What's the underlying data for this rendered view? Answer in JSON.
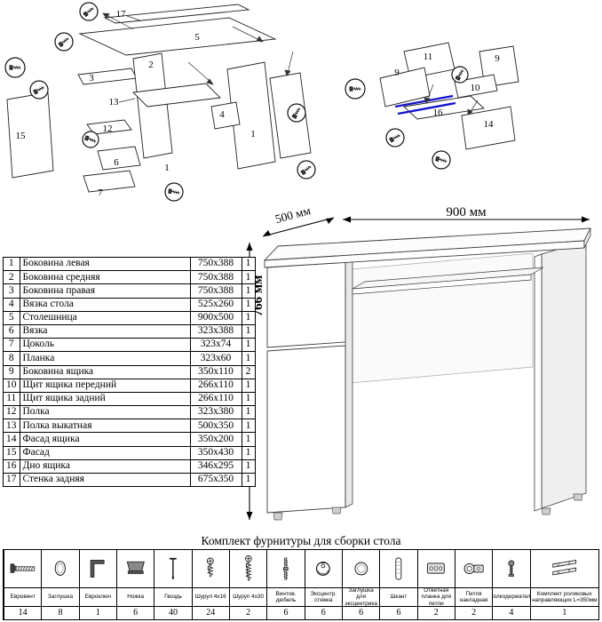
{
  "parts_table": {
    "rows": [
      {
        "num": "1",
        "name": "Боковина левая",
        "size": "750x388",
        "qty": "1"
      },
      {
        "num": "2",
        "name": "Боковина средняя",
        "size": "750x388",
        "qty": "1"
      },
      {
        "num": "3",
        "name": "Боковина правая",
        "size": "750x388",
        "qty": "1"
      },
      {
        "num": "4",
        "name": "Вязка стола",
        "size": "525x260",
        "qty": "1"
      },
      {
        "num": "5",
        "name": "Столешница",
        "size": "900x500",
        "qty": "1"
      },
      {
        "num": "6",
        "name": "Вязка",
        "size": "323x388",
        "qty": "1"
      },
      {
        "num": "7",
        "name": "Цоколь",
        "size": "323x74",
        "qty": "1"
      },
      {
        "num": "8",
        "name": "Планка",
        "size": "323x60",
        "qty": "1"
      },
      {
        "num": "9",
        "name": "Боковина ящика",
        "size": "350x110",
        "qty": "2"
      },
      {
        "num": "10",
        "name": "Щит ящика передний",
        "size": "266x110",
        "qty": "1"
      },
      {
        "num": "11",
        "name": "Щит ящика задний",
        "size": "266x110",
        "qty": "1"
      },
      {
        "num": "12",
        "name": "Полка",
        "size": "323x380",
        "qty": "1"
      },
      {
        "num": "13",
        "name": "Полка выкатная",
        "size": "500x350",
        "qty": "1"
      },
      {
        "num": "14",
        "name": "Фасад ящика",
        "size": "350x200",
        "qty": "1"
      },
      {
        "num": "15",
        "name": "Фасад",
        "size": "350x430",
        "qty": "1"
      },
      {
        "num": "16",
        "name": "Дно ящика",
        "size": "346x295",
        "qty": "1"
      },
      {
        "num": "17",
        "name": "Стенка задняя",
        "size": "675x350",
        "qty": "1"
      }
    ]
  },
  "dimensions": {
    "width": "900 мм",
    "depth": "500 мм",
    "height": "766 мм"
  },
  "hardware": {
    "title": "Комплект фурнитуры для сборки стола",
    "items": [
      {
        "name": "Евровинт",
        "qty": "14",
        "icon": "euro-screw-icon"
      },
      {
        "name": "Заглушка",
        "qty": "8",
        "icon": "cap-icon"
      },
      {
        "name": "Евроключ",
        "qty": "1",
        "icon": "hex-key-icon"
      },
      {
        "name": "Ножка",
        "qty": "6",
        "icon": "leg-icon"
      },
      {
        "name": "Гвоздь",
        "qty": "40",
        "icon": "nail-icon"
      },
      {
        "name": "Шуруп 4х16",
        "qty": "24",
        "icon": "screw-icon"
      },
      {
        "name": "Шуруп 4х30",
        "qty": "2",
        "icon": "screw-long-icon"
      },
      {
        "name": "Винтов. дюбель",
        "qty": "6",
        "icon": "dowel-screw-icon"
      },
      {
        "name": "Эксцентр. стяжка",
        "qty": "6",
        "icon": "cam-lock-icon"
      },
      {
        "name": "Заглушка для эксцентрика",
        "qty": "6",
        "icon": "cam-cap-icon"
      },
      {
        "name": "Шкант",
        "qty": "6",
        "icon": "wood-dowel-icon"
      },
      {
        "name": "Ответная планка для петли",
        "qty": "2",
        "icon": "hinge-plate-icon"
      },
      {
        "name": "Петля накладная",
        "qty": "2",
        "icon": "hinge-icon"
      },
      {
        "name": "Полкодержатель",
        "qty": "4",
        "icon": "shelf-pin-icon"
      },
      {
        "name": "Комплект роликовых направляющих L=350мм",
        "qty": "1",
        "icon": "roller-guide-icon"
      }
    ]
  },
  "exploded_left": {
    "labels": [
      "17",
      "5",
      "3",
      "2",
      "13",
      "12",
      "15",
      "6",
      "7",
      "1",
      "4",
      "1"
    ]
  },
  "exploded_right": {
    "labels": [
      "11",
      "9",
      "9",
      "10",
      "16",
      "14"
    ]
  }
}
